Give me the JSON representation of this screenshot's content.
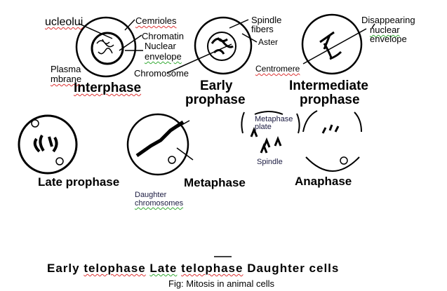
{
  "figure": {
    "caption": "Fig: Mitosis in animal cells",
    "bottom_title": "Early telophase Late telophase Daughter cells",
    "bottom_title_parts": [
      "Early ",
      "telophase",
      " ",
      "Late",
      " ",
      "telophase",
      " Daughter cells"
    ]
  },
  "stages": {
    "interphase": {
      "title": "Interphase",
      "labels": {
        "nucleolus": "ucleolui",
        "centrioles": "Cemrioles",
        "chromatin": "Chromatin",
        "nuclear1": "Nuclear",
        "nuclear2": "envelope",
        "plasma1": "Plasma",
        "plasma2": "mbrane",
        "chromosome": "Chromosome"
      }
    },
    "early_prophase": {
      "title1": "Early",
      "title2": "prophase",
      "labels": {
        "spindle1": "Spindle",
        "spindle2": "fibers",
        "aster": "Aster"
      }
    },
    "intermediate_prophase": {
      "title1": "Intermediate",
      "title2": "prophase",
      "labels": {
        "disappearing1": "Disappearing",
        "disappearing2": "nuclear",
        "disappearing3": "envelope",
        "centromere": "Centromere"
      }
    },
    "late_prophase": {
      "title": "Late prophase"
    },
    "metaphase": {
      "title": "Metaphase",
      "labels": {
        "daughter1": "Daughter",
        "daughter2": "chromosomes"
      }
    },
    "anaphase": {
      "title": "Anaphase",
      "labels": {
        "plate1": "Metaphase",
        "plate2": "plate",
        "spindle": "Spindle"
      }
    }
  }
}
